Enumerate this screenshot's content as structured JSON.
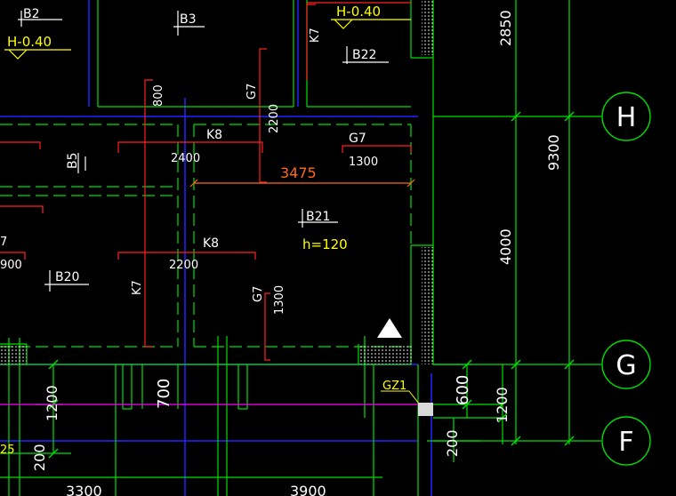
{
  "slab_labels": {
    "b2": "B2",
    "b3": "B3",
    "b22": "B22",
    "b5": "B5",
    "b20": "B20",
    "b21": "B21"
  },
  "elevations": {
    "left": "H-0.40",
    "top": "H-0.40"
  },
  "slab_thickness": "h=120",
  "beam_labels": {
    "k8_top": "K8",
    "k8_mid": "K8",
    "k7_top": "K7",
    "k7_left": "K7",
    "g7_top": "G7",
    "g7_right": "G7",
    "g7_mid": "G7"
  },
  "rebar_lengths": {
    "v800": "800",
    "v2200": "2200",
    "h2400": "2400",
    "h1300": "1300",
    "h2200": "2200",
    "v1300": "1300",
    "v700": "700",
    "v600": "600"
  },
  "dimensions": {
    "d3475": "3475",
    "d2850": "2850",
    "d9300": "9300",
    "d4000": "4000",
    "d1200_left": "1200",
    "d1200_right": "1200",
    "d200_left": "200",
    "d200_right": "200",
    "d3300": "3300",
    "d3900": "3900"
  },
  "column_label": "GZ1",
  "axes": {
    "h": "H",
    "g": "G",
    "f": "F"
  },
  "partial_labels": {
    "left_7": "7",
    "left_900": "900",
    "left_25": "25"
  },
  "colors": {
    "background": "#000000",
    "green": "#00e000",
    "blue": "#2222ff",
    "red": "#ff2020",
    "yellow": "#ffff00",
    "white": "#ffffff",
    "magenta": "#ff00ff",
    "orange": "#ff6a1a"
  }
}
